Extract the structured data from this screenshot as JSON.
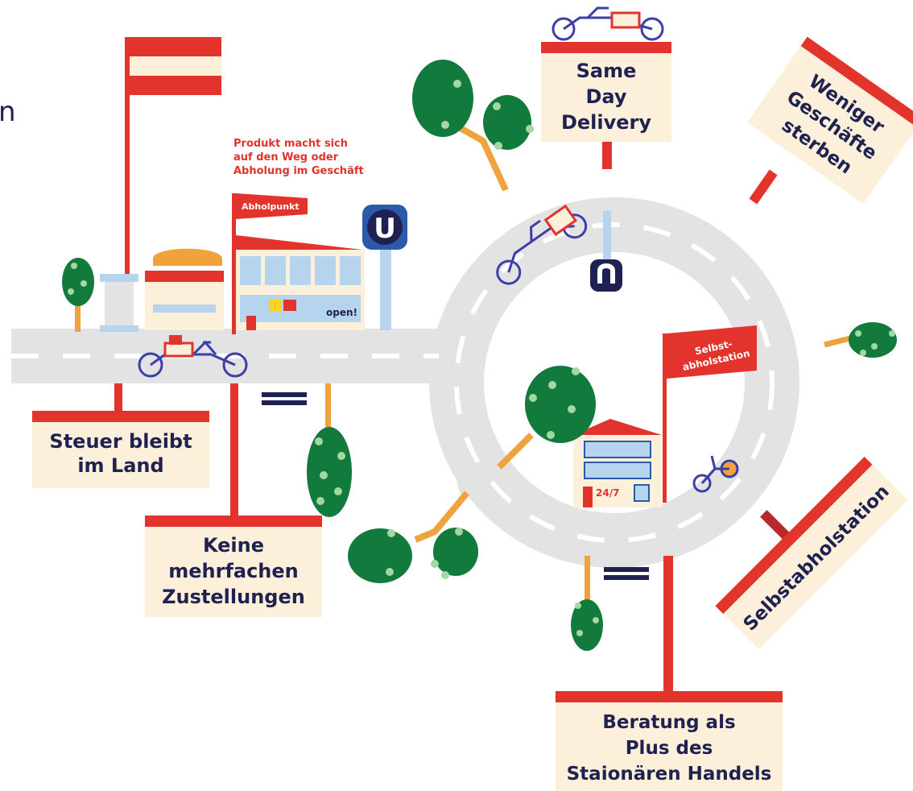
{
  "edge_text": "n",
  "note": {
    "lines": [
      "Produkt macht sich",
      "auf den Weg oder",
      "Abholung im Geschäft"
    ]
  },
  "flags": {
    "abholpunkt": "Abholpunkt",
    "selbst_line1": "Selbst-",
    "selbst_line2": "abholstation"
  },
  "metro": {
    "letter": "U"
  },
  "shop": {
    "open_label": "open!"
  },
  "building": {
    "hours": "24/7"
  },
  "signs": {
    "same_day": [
      "Same",
      "Day",
      "Delivery"
    ],
    "weniger": [
      "Weniger",
      "Geschäfte",
      "sterben"
    ],
    "steuer": [
      "Steuer bleibt",
      "im Land"
    ],
    "keine": [
      "Keine",
      "mehrfachen",
      "Zustellungen"
    ],
    "selbstabholstation": "Selbstabholstation",
    "beratung": [
      "Beratung als",
      "Plus des",
      "Staionären Handels"
    ]
  },
  "colors": {
    "red": "#e2332c",
    "cream": "#fdf0da",
    "navy": "#1f2152",
    "road": "#e3e3e3",
    "tree_green": "#127a3c",
    "tree_dot": "#a3d9a1",
    "trunk": "#f0a33c",
    "bike_blue": "#3b3fa8",
    "window_blue": "#b7d4ee",
    "yellow": "#ffd21f"
  }
}
